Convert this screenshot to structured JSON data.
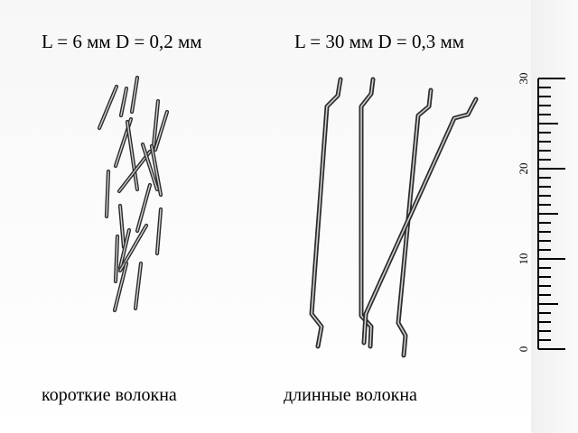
{
  "short_fibers": {
    "spec": "L = 6 мм D = 0,2 мм",
    "caption": "короткие волокна"
  },
  "long_fibers": {
    "spec": "L = 30 мм D = 0,3 мм",
    "caption": "длинные волокна"
  },
  "ruler": {
    "min": 0,
    "max": 30,
    "labels": [
      "0",
      "10",
      "20",
      "30"
    ]
  },
  "colors": {
    "fiber_dark": "#2b2b2b",
    "fiber_light": "#cfcfcf",
    "ruler": "#000000"
  }
}
